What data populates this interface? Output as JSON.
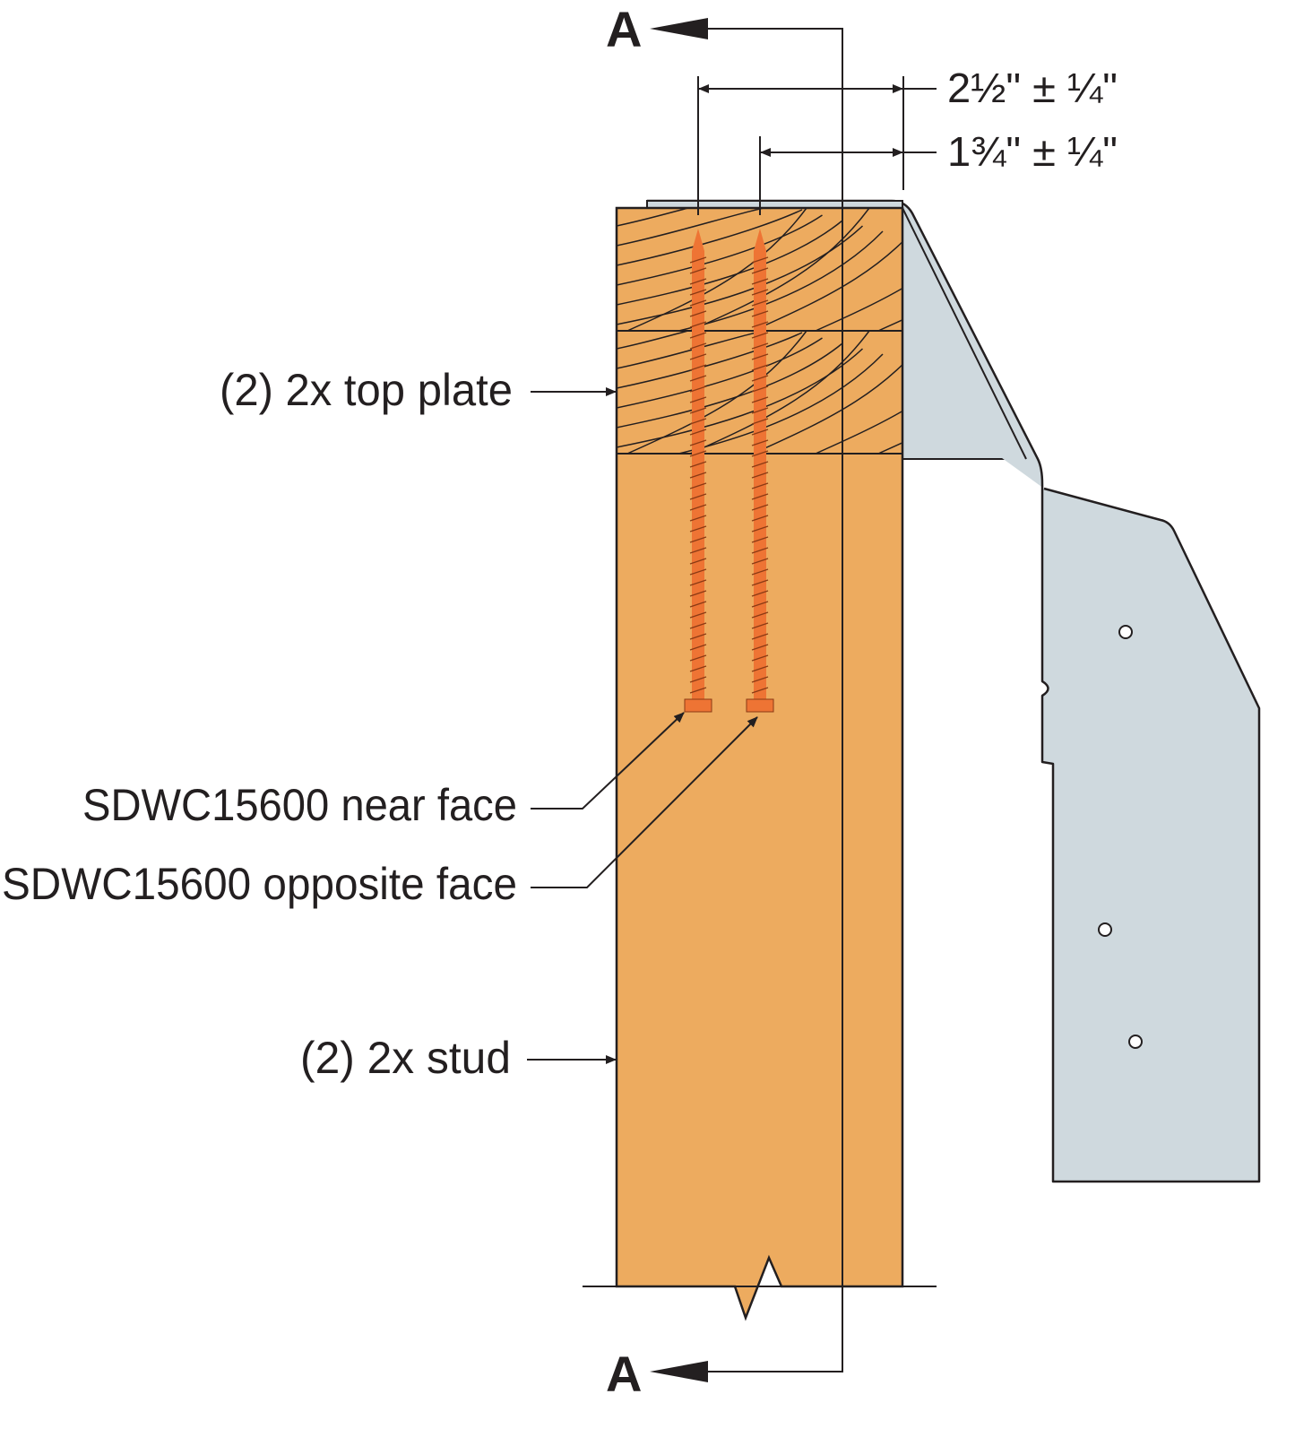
{
  "section_marks": {
    "top": "A",
    "bottom": "A"
  },
  "dimensions": {
    "outer": "2½\" ± ¼\"",
    "inner": "1¾\" ± ¼\""
  },
  "labels": {
    "top_plate": "(2) 2x top plate",
    "screw_near": "SDWC15600 near face",
    "screw_opposite": "SDWC15600 opposite face",
    "stud": "(2) 2x stud"
  },
  "colors": {
    "wood": "#EDAB5F",
    "screw": "#EE7434",
    "steel": "#CFD9DE",
    "line": "#231F20"
  }
}
